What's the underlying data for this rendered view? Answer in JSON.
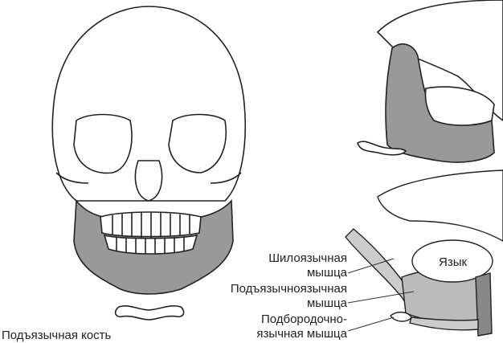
{
  "labels": {
    "hyoid_bone": "Подъязычная кость",
    "styloglossus_1": "Шилоязычная",
    "styloglossus_2": "мышца",
    "hyoglossus_1": "Подъязычноязычная",
    "hyoglossus_2": "мышца",
    "genioglossus_1": "Подбородочно-",
    "genioglossus_2": "язычная мышца",
    "tongue": "Язык"
  },
  "colors": {
    "highlight": "#999999",
    "outline": "#222222",
    "bone": "#ffffff"
  }
}
